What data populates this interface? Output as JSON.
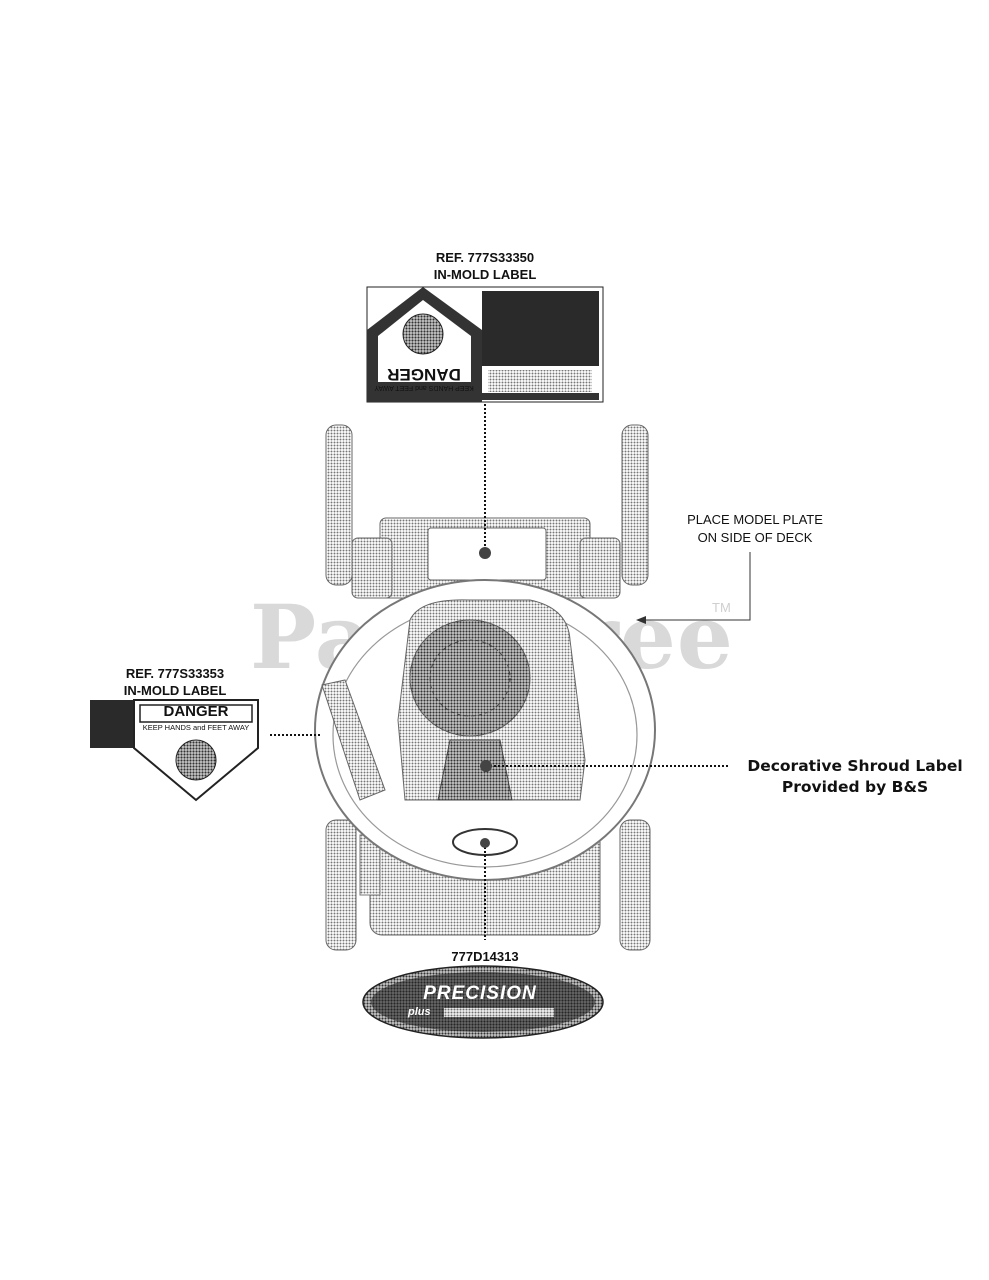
{
  "labels": {
    "top_ref": "REF. 777S33350",
    "top_mold": "IN-MOLD LABEL",
    "left_ref": "REF. 777S33353",
    "left_mold": "IN-MOLD LABEL",
    "model_plate_line1": "PLACE MODEL PLATE",
    "model_plate_line2": "ON SIDE OF DECK",
    "shroud_line1": "Decorative Shroud Label",
    "shroud_line2": "Provided by B&S",
    "bottom_part": "777D14313"
  },
  "danger_labels": {
    "left_title": "DANGER",
    "left_subtitle": "KEEP HANDS and FEET AWAY",
    "top_title": "DANGER",
    "top_subtitle": "KEEP HANDS and FEET AWAY"
  },
  "precision_badge": {
    "title": "PRECISION",
    "plus": "plus"
  },
  "watermark": {
    "text": "PartsTree",
    "tm": "TM"
  }
}
